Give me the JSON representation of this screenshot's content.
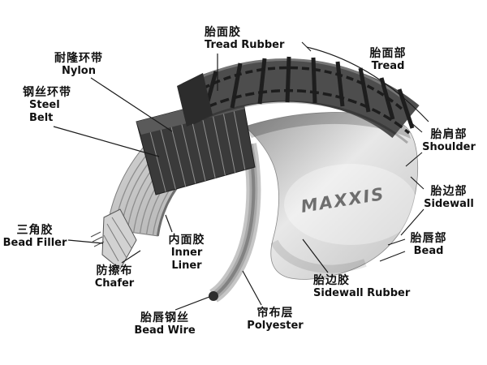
{
  "brand": "MAXXIS",
  "colors": {
    "background": "#ffffff",
    "label_text": "#111111",
    "leader_line": "#1a1a1a",
    "tire_dark": "#3a3a3a",
    "tire_mid": "#8f8f8f",
    "tire_light": "#d9d9d9"
  },
  "labels": {
    "tread_rubber": {
      "zh": "胎面胶",
      "en": "Tread Rubber"
    },
    "nylon": {
      "zh": "耐隆环带",
      "en": "Nylon"
    },
    "steel_belt": {
      "zh": "钢丝环带",
      "en": "Steel Belt"
    },
    "tread": {
      "zh": "胎面部",
      "en": "Tread"
    },
    "shoulder": {
      "zh": "胎肩部",
      "en": "Shoulder"
    },
    "sidewall": {
      "zh": "胎边部",
      "en": "Sidewall"
    },
    "bead": {
      "zh": "胎唇部",
      "en": "Bead"
    },
    "bead_filler": {
      "zh": "三角胶",
      "en": "Bead Filler"
    },
    "chafer": {
      "zh": "防擦布",
      "en": "Chafer"
    },
    "inner_liner": {
      "zh": "内面胶",
      "en": "Inner Liner"
    },
    "bead_wire": {
      "zh": "胎唇钢丝",
      "en": "Bead Wire"
    },
    "polyester": {
      "zh": "帘布层",
      "en": "Polyester"
    },
    "sidewall_rubber": {
      "zh": "胎边胶",
      "en": "Sidewall Rubber"
    }
  }
}
